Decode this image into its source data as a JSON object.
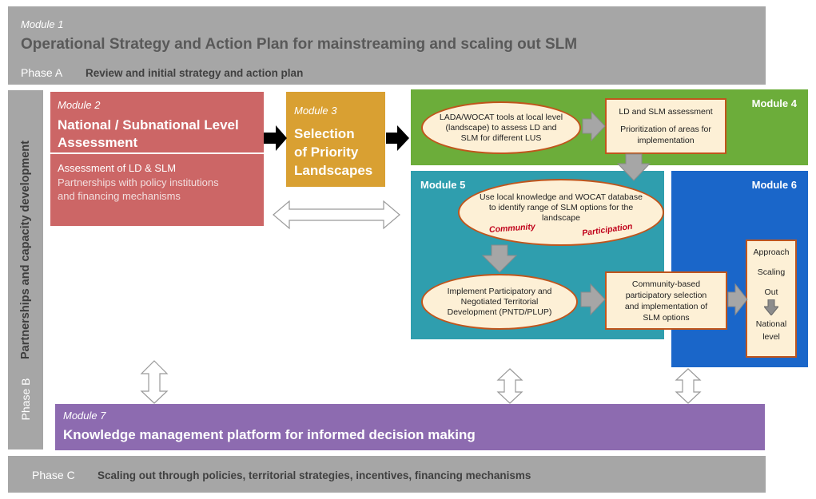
{
  "module1": {
    "label": "Module 1",
    "title": "Operational Strategy and Action Plan for mainstreaming and scaling out SLM",
    "phase_label": "Phase A",
    "phase_text": "Review and initial strategy and action plan"
  },
  "sidebar": {
    "text": "Partnerships and capacity development",
    "phase_label": "Phase B"
  },
  "module2": {
    "label": "Module 2",
    "title_line1": "National / Subnational Level",
    "title_line2": "Assessment",
    "item1": "Assessment of LD & SLM",
    "item2_line1": "Partnerships with policy institutions",
    "item2_line2": "and financing mechanisms"
  },
  "module3": {
    "label": "Module 3",
    "title_line1": "Selection",
    "title_line2": "of Priority",
    "title_line3": "Landscapes"
  },
  "module4": {
    "label": "Module 4",
    "ellipse_line1": "LADA/WOCAT tools at local level",
    "ellipse_line2": "(landscape) to assess LD and",
    "ellipse_line3": "SLM for different LUS",
    "box_line1": "LD and SLM assessment",
    "box_line2": "Prioritization of areas for",
    "box_line3": "implementation"
  },
  "module5": {
    "label": "Module 5",
    "ellipse_top_line1": "Use local knowledge and WOCAT database",
    "ellipse_top_line2": "to identify range of SLM options for the",
    "ellipse_top_line3": "landscape",
    "community": "Community",
    "participation": "Participation",
    "ellipse_bottom_line1": "Implement Participatory and",
    "ellipse_bottom_line2": "Negotiated Territorial",
    "ellipse_bottom_line3": "Development (PNTD/PLUP)",
    "box_line1": "Community-based",
    "box_line2": "participatory selection",
    "box_line3": "and implementation of",
    "box_line4": "SLM options"
  },
  "module6": {
    "label": "Module 6",
    "approach": "Approach",
    "scaling": "Scaling",
    "out": "Out",
    "national": "National",
    "level": "level"
  },
  "module7": {
    "label": "Module 7",
    "title": "Knowledge management platform for informed decision making"
  },
  "phaseC": {
    "label": "Phase C",
    "text": "Scaling out  through policies, territorial  strategies, incentives, financing mechanisms"
  },
  "colors": {
    "grey": "#a6a6a6",
    "module2": "#cc6666",
    "module3": "#d9a032",
    "module4": "#6cad3a",
    "module5": "#2f9eae",
    "module6": "#1a66c9",
    "module7": "#8d6bb0",
    "highlight_border": "#c0551c",
    "participation_text": "#c0001a"
  }
}
